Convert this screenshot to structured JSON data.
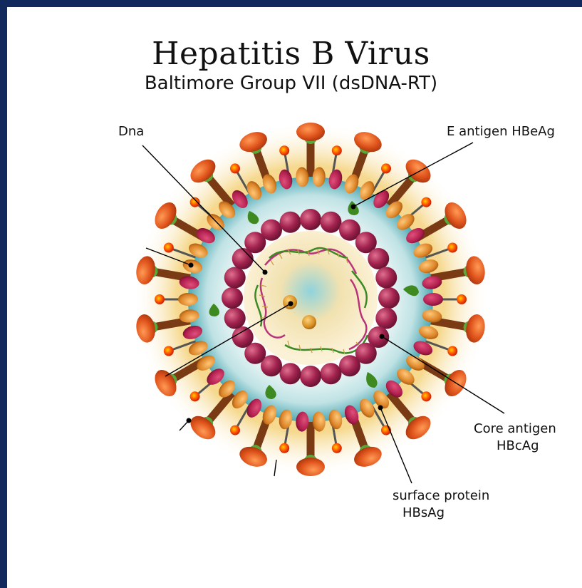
{
  "header": {
    "title": "Hepatitis B Virus",
    "subtitle": "Baltimore Group VII (dsDNA-RT)"
  },
  "labels": {
    "dna": "Dna",
    "e_antigen": "E antigen HBeAg",
    "core_antigen_line1": "Core antigen",
    "core_antigen_line2": "HBcAg",
    "surface_protein_line1": "surface protein",
    "surface_protein_line2": "HBsAg"
  },
  "colors": {
    "frame": "#12295e",
    "spike_cap": "#e0541c",
    "spike_stem": "#7a3a14",
    "tip_red": "#ff3300",
    "membrane_orange": "#e08a2a",
    "membrane_magenta": "#b01e4e",
    "core_bead": "#9c2352",
    "antigen_green": "#3f8a20",
    "dna_strand_magenta": "#b8337a",
    "dna_strand_green": "#3a8a25"
  }
}
